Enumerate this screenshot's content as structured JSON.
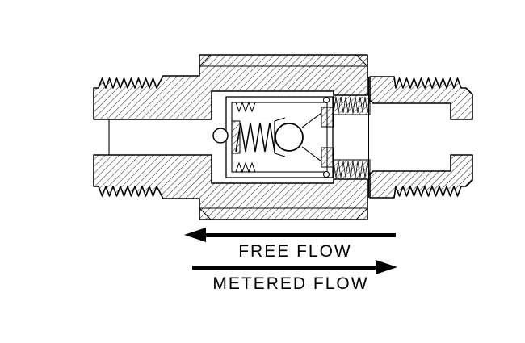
{
  "figure": {
    "background_color": "#ffffff",
    "line_color": "#000000",
    "subject": "inline-check-valve-cross-section"
  },
  "annotations": {
    "free_flow": {
      "label": "FREE FLOW",
      "arrow_direction": "left"
    },
    "metered_flow": {
      "label": "METERED FLOW",
      "arrow_direction": "right"
    }
  }
}
